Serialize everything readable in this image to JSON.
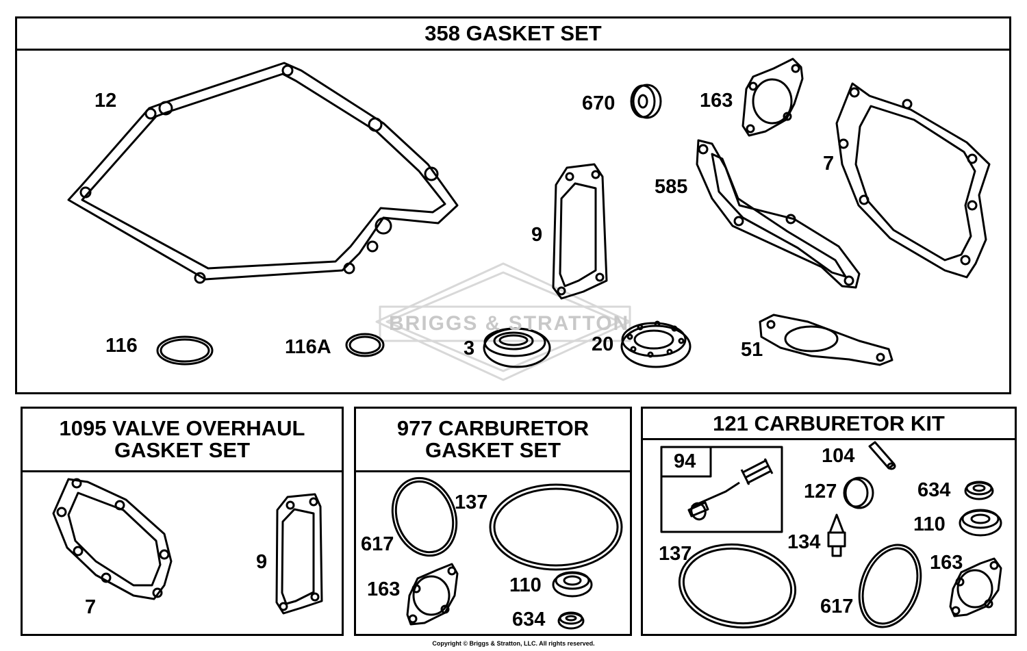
{
  "panels": {
    "gasket_set": {
      "title": "358 GASKET SET",
      "parts": {
        "p12": "12",
        "p670": "670",
        "p163": "163",
        "p7": "7",
        "p585": "585",
        "p9": "9",
        "p116": "116",
        "p116a": "116A",
        "p3": "3",
        "p20": "20",
        "p51": "51"
      }
    },
    "valve_overhaul": {
      "title_line1": "1095 VALVE OVERHAUL",
      "title_line2": "GASKET SET",
      "parts": {
        "p7": "7",
        "p9": "9"
      }
    },
    "carb_gasket": {
      "title_line1": "977 CARBURETOR",
      "title_line2": "GASKET SET",
      "parts": {
        "p137": "137",
        "p617": "617",
        "p163": "163",
        "p110": "110",
        "p634": "634"
      }
    },
    "carb_kit": {
      "title": "121 CARBURETOR KIT",
      "parts": {
        "p94": "94",
        "p104": "104",
        "p127": "127",
        "p634": "634",
        "p110": "110",
        "p134": "134",
        "p137": "137",
        "p617": "617",
        "p163": "163"
      }
    }
  },
  "watermark": "BRIGGS & STRATTON",
  "copyright": "Copyright © Briggs & Stratton, LLC. All rights reserved."
}
